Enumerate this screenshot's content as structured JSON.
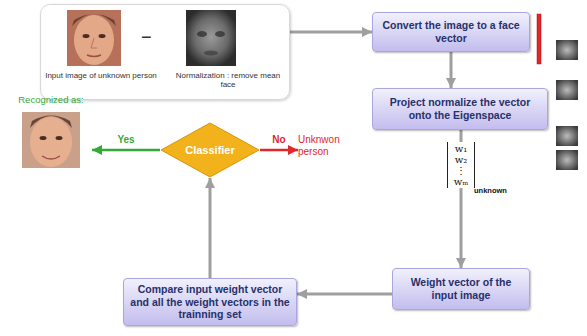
{
  "diagram": {
    "nodes": [
      {
        "text": [
          "Input image of unknown person",
          "Normalization : remove mean face"
        ]
      },
      {
        "text": [
          "Convert the image to a face vector"
        ]
      },
      {
        "text": [
          "Project normalize the vector onto the Eigenspace"
        ]
      },
      {
        "text": [
          "Weight vector of the input image"
        ]
      },
      {
        "text": [
          "Compare input weight vector and all the weight vectors in the trainning set"
        ]
      },
      {
        "text": [
          "Classifier"
        ]
      },
      {
        "text": [
          "Recognized as:"
        ]
      },
      {
        "text": [
          "Unknwon person"
        ]
      }
    ],
    "edges": [
      {
        "from": 0,
        "to": 1,
        "arrow": "to"
      },
      {
        "from": 1,
        "to": 2,
        "arrow": "to"
      },
      {
        "from": 2,
        "to": 3,
        "arrow": "to"
      },
      {
        "from": 3,
        "to": 4,
        "arrow": "to"
      },
      {
        "from": 4,
        "to": 5,
        "arrow": "to"
      },
      {
        "from": 5,
        "to": 6,
        "label": "Yes",
        "arrow": "to"
      },
      {
        "from": 5,
        "to": 7,
        "label": "No",
        "arrow": "to"
      }
    ],
    "labels": [
      "−",
      "w₁",
      "w₂",
      "⋮",
      "wₘ",
      "unknown"
    ]
  }
}
